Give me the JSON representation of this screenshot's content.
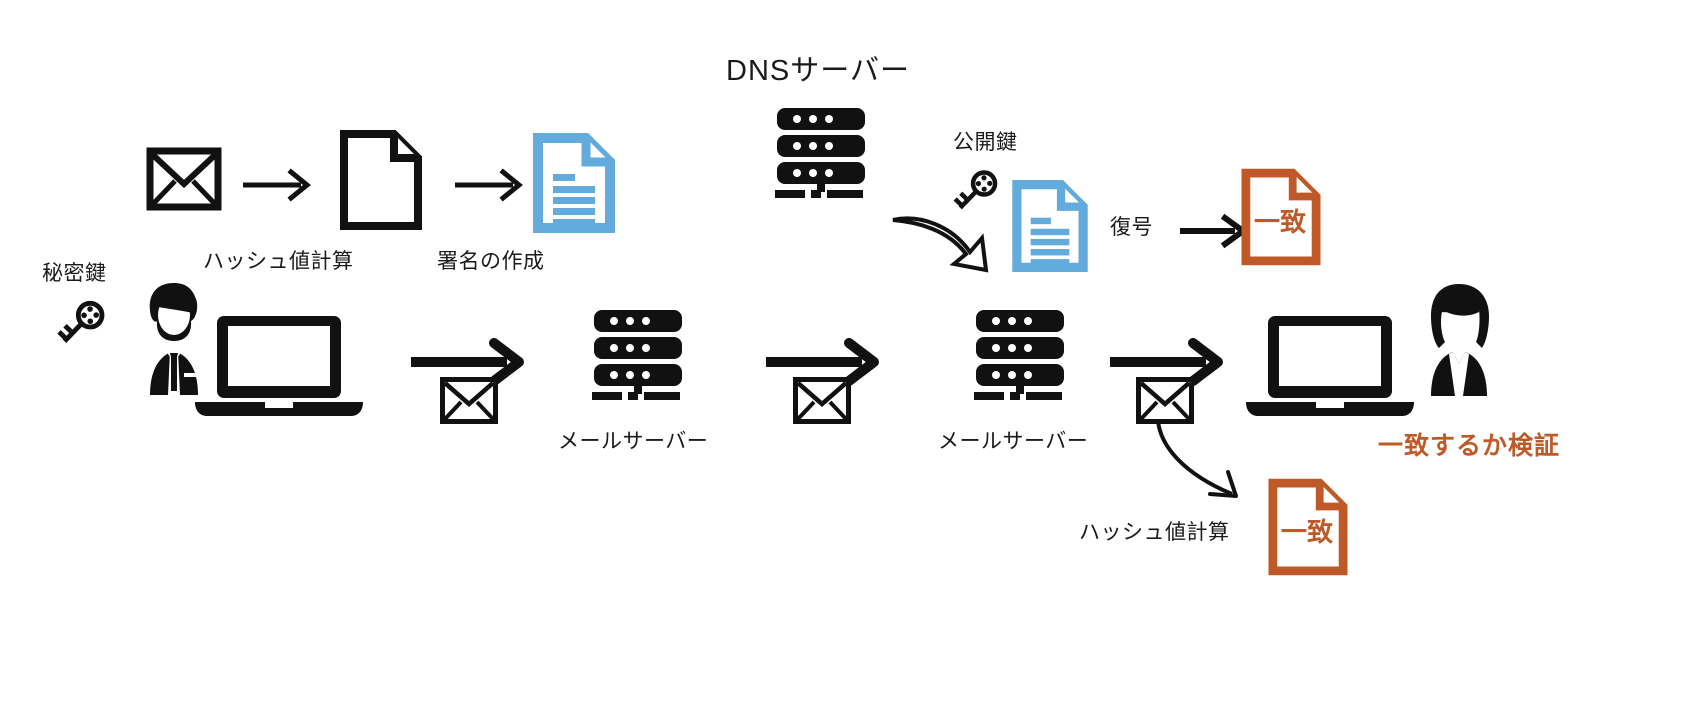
{
  "diagram": {
    "title_note": "DKIM email signature verification flow diagram",
    "colors": {
      "black": "#111111",
      "blue_doc": "#62ABDC",
      "orange_doc": "#BF5A28",
      "background": "#FFFFFF"
    },
    "labels": {
      "dns_server": "DNSサーバー",
      "public_key": "公開鍵",
      "private_key": "秘密鍵",
      "hash_calc_top": "ハッシュ値計算",
      "signature_create": "署名の作成",
      "decrypt": "復号",
      "mail_server_1": "メールサーバー",
      "mail_server_2": "メールサーバー",
      "hash_calc_bottom": "ハッシュ値計算",
      "verify_match": "一致するか検証"
    },
    "documents": {
      "orange_top_text": "一致",
      "orange_bottom_text": "一致"
    },
    "icons": {
      "envelope": "envelope-icon",
      "document_plain": "document-icon",
      "document_signed": "signed-document-icon",
      "server_rack": "server-rack-icon",
      "key": "key-icon",
      "arrow_right": "arrow-right-icon",
      "curved_arrow": "curved-arrow-icon",
      "person_male": "person-male-icon",
      "person_female": "person-female-icon",
      "laptop": "laptop-icon"
    }
  }
}
